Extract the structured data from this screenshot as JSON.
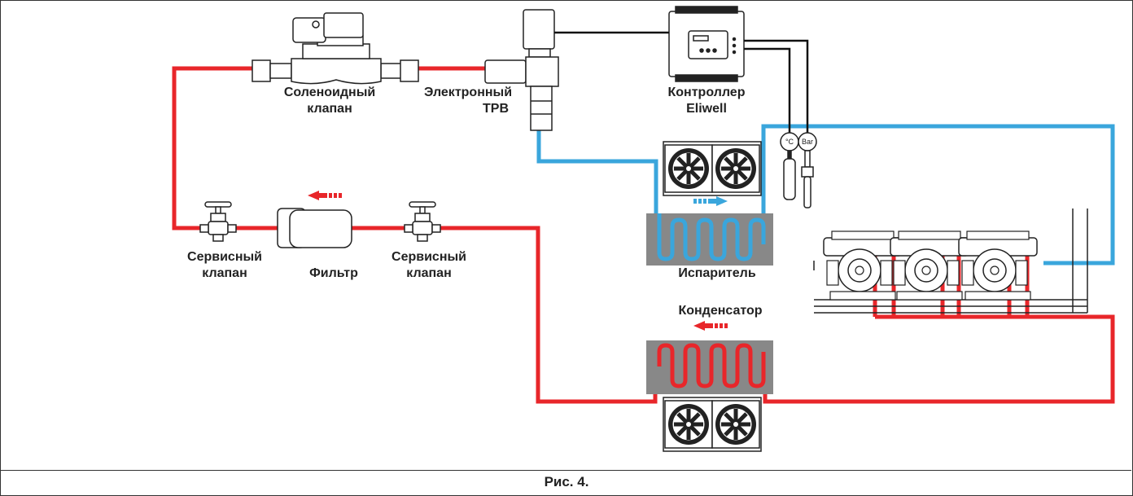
{
  "labels": {
    "solenoid_line1": "Соленоидный",
    "solenoid_line2": "клапан",
    "etrv_line1": "Электронный",
    "etrv_line2": "ТРВ",
    "controller_line1": "Контроллер",
    "controller_line2": "Eliwell",
    "service_left_line1": "Сервисный",
    "service_left_line2": "клапан",
    "filter": "Фильтр",
    "service_right_line1": "Сервисный",
    "service_right_line2": "клапан",
    "evaporator": "Испаритель",
    "condenser": "Конденсатор",
    "temp_sensor": "°C",
    "pressure_sensor": "Bar"
  },
  "caption": "Рис. 4.",
  "colors": {
    "liquid_line": "#e8262a",
    "suction_line": "#3aa6dc",
    "exchanger_body": "#888888",
    "wire": "#111111"
  }
}
